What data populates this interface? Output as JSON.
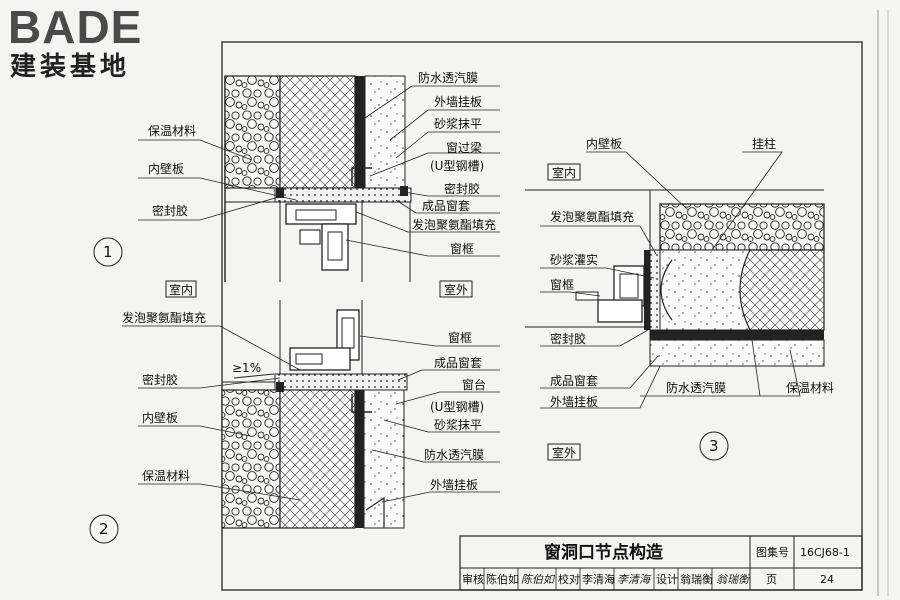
{
  "logo": {
    "brand": "BADE",
    "sub": "建装基地"
  },
  "detail1": {
    "number": "1",
    "right_labels": [
      "防水透汽膜",
      "外墙挂板",
      "砂浆抹平",
      "窗过梁",
      "(U型钢槽)",
      "密封胶",
      "成品窗套",
      "发泡聚氨酯填充",
      "窗框"
    ],
    "left_labels": [
      "保温材料",
      "内壁板",
      "密封胶"
    ]
  },
  "detail2": {
    "number": "2",
    "room_in": "室内",
    "room_out": "室外",
    "slope": "≥1%",
    "right_labels": [
      "窗框",
      "成品窗套",
      "窗台",
      "(U型钢槽)",
      "砂浆抹平",
      "防水透汽膜",
      "外墙挂板"
    ],
    "left_labels": [
      "发泡聚氨酯填充",
      "密封胶",
      "内壁板",
      "保温材料"
    ]
  },
  "detail3": {
    "number": "3",
    "room_in": "室内",
    "room_out": "室外",
    "top_labels": [
      "内壁板",
      "挂柱"
    ],
    "left_labels": [
      "发泡聚氨酯填充",
      "砂浆灌实",
      "窗框",
      "密封胶",
      "成品窗套",
      "外墙挂板"
    ],
    "bottom_labels": [
      "防水透汽膜",
      "保温材料"
    ]
  },
  "title_block": {
    "title": "窗洞口节点构造",
    "atlas_label": "图集号",
    "atlas_no": "16CJ68-1",
    "review_label": "审核",
    "reviewer": "陈伯如",
    "reviewer_sig": "陈伯如",
    "check_label": "校对",
    "checker": "李清海",
    "checker_sig": "李清海",
    "design_label": "设计",
    "designer": "翁瑞衡",
    "designer_sig": "翁瑞衡",
    "page_label": "页",
    "page_no": "24"
  }
}
